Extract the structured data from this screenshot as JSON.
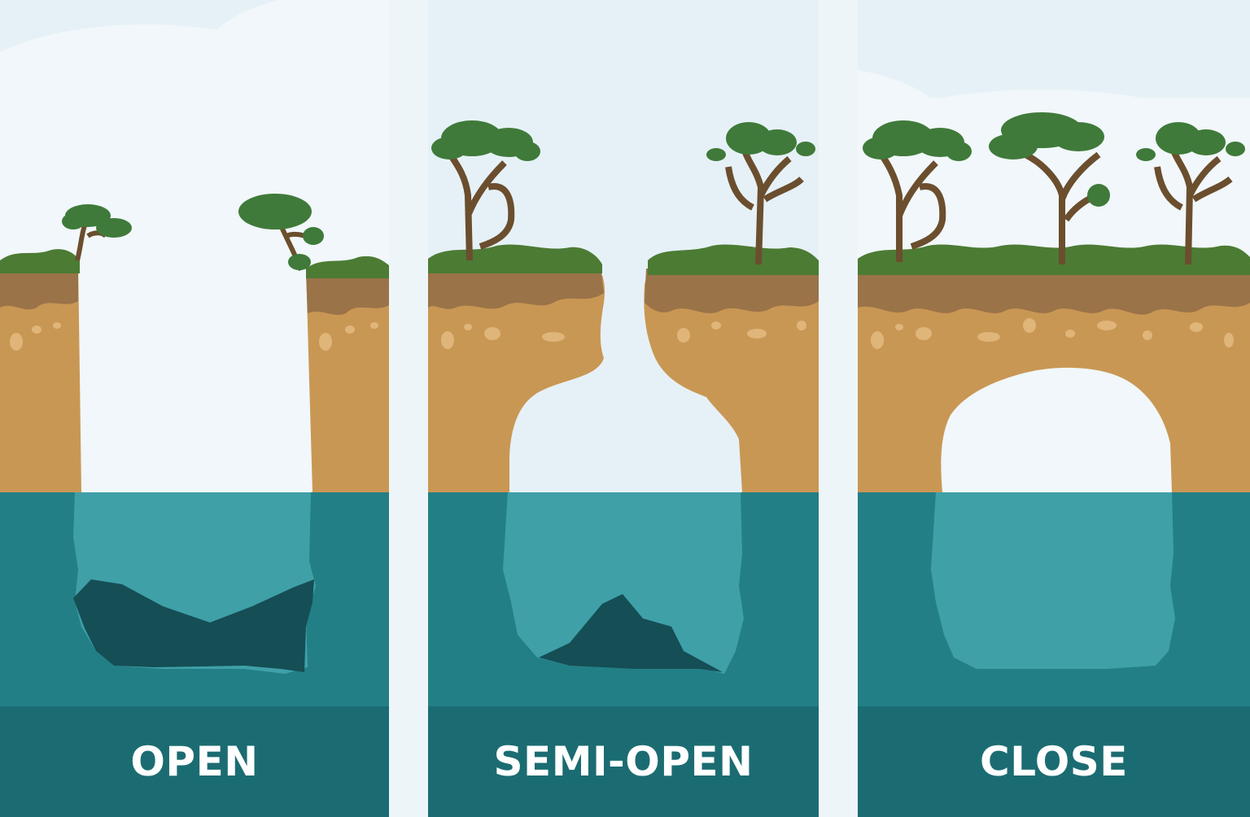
{
  "panels": [
    {
      "label": "OPEN"
    },
    {
      "label": "SEMI-OPEN"
    },
    {
      "label": "CLOSE"
    }
  ],
  "colors": {
    "sky": "#e6f1f7",
    "cloud": "#f1f7fa",
    "water_surface": "#237f86",
    "water_deep": "#1b6c72",
    "cave_water": "#3fa0a8",
    "cave_floor": "#154e55",
    "rock": "#c99754",
    "soil": "#9a7348",
    "grass": "#4c7b34",
    "tree_trunk": "#6b4e2e",
    "tree_canopy": "#3f7a3a",
    "gap": "#eef5f9"
  }
}
